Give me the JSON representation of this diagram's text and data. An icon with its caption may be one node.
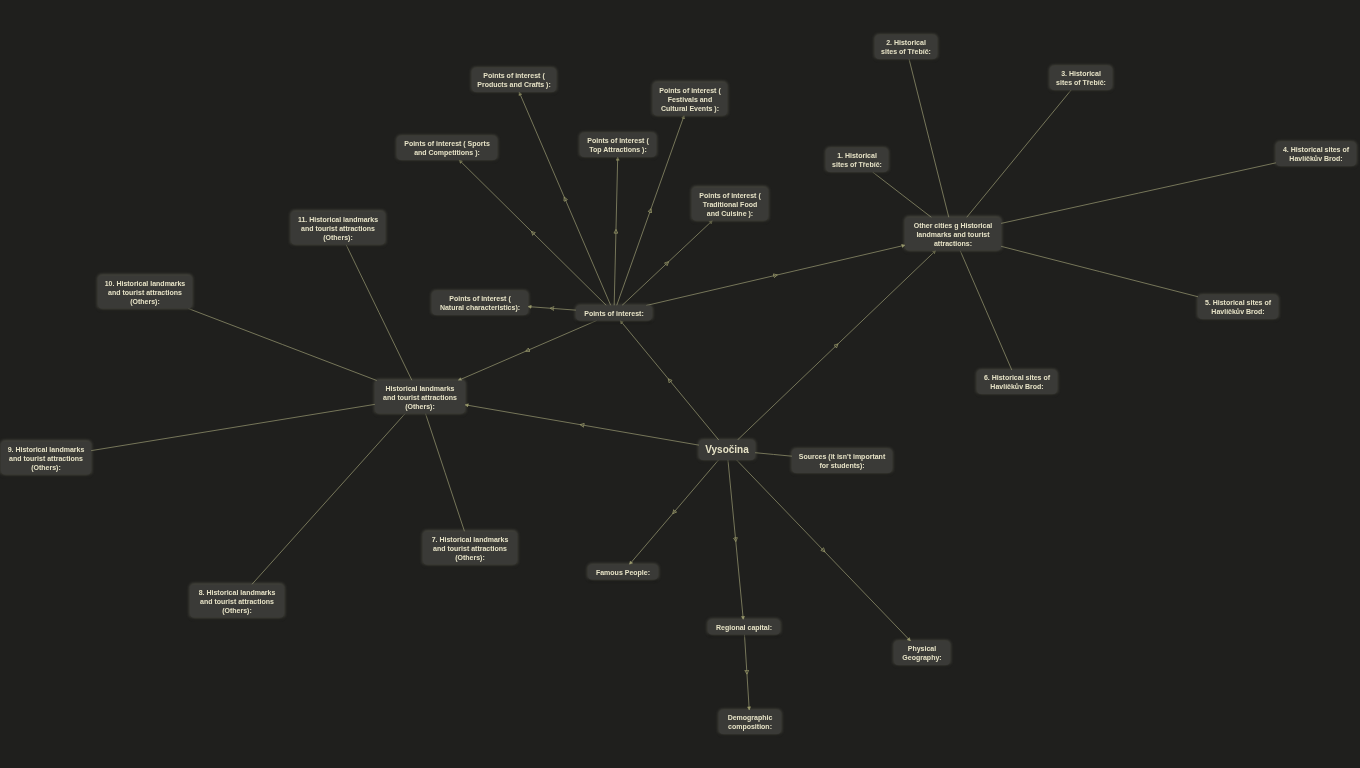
{
  "diagram": {
    "nodes": [
      {
        "text": [
          "Vysočina"
        ]
      },
      {
        "text": [
          "Points of interest:"
        ]
      },
      {
        "text": [
          "Points of interest ( Products and Crafts ):"
        ]
      },
      {
        "text": [
          "Points of interest ( Festivals and Cultural Events ):"
        ]
      },
      {
        "text": [
          "Points of interest ( Top Attractions ):"
        ]
      },
      {
        "text": [
          "Points of interest ( Sports and Competitions ):"
        ]
      },
      {
        "text": [
          "Points of interest ( Traditional Food and Cuisine ):"
        ]
      },
      {
        "text": [
          "Points of interest ( Natural characteristics):"
        ]
      },
      {
        "text": [
          "Other cities g Historical landmarks and tourist attractions:"
        ]
      },
      {
        "text": [
          "1. Historical sites of Třebíč:"
        ]
      },
      {
        "text": [
          "2. Historical sites of Třebíč:"
        ]
      },
      {
        "text": [
          "3. Historical sites of Třebíč:"
        ]
      },
      {
        "text": [
          "4. Historical sites of Havlíčkův Brod:"
        ]
      },
      {
        "text": [
          "5. Historical sites of Havlíčkův Brod:"
        ]
      },
      {
        "text": [
          "6. Historical sites of Havlíčkův Brod:"
        ]
      },
      {
        "text": [
          "Historical landmarks and tourist attractions (Others):"
        ]
      },
      {
        "text": [
          "11. Historical landmarks and tourist attractions (Others):"
        ]
      },
      {
        "text": [
          "10. Historical landmarks and tourist attractions (Others):"
        ]
      },
      {
        "text": [
          "9. Historical landmarks and tourist attractions (Others):"
        ]
      },
      {
        "text": [
          "7. Historical landmarks and tourist attractions (Others):"
        ]
      },
      {
        "text": [
          "8. Historical landmarks and tourist attractions (Others):"
        ]
      },
      {
        "text": [
          "Sources (it isn't important for students):"
        ]
      },
      {
        "text": [
          "Famous People:"
        ]
      },
      {
        "text": [
          "Regional capital:"
        ]
      },
      {
        "text": [
          "Physical Geography:"
        ]
      },
      {
        "text": [
          "Demographic composition:"
        ]
      }
    ],
    "edges": [
      {
        "from": 0,
        "to": 1,
        "arrow": "to"
      },
      {
        "from": 0,
        "to": 15,
        "arrow": "to"
      },
      {
        "from": 0,
        "to": 8,
        "arrow": "to"
      },
      {
        "from": 0,
        "to": 21,
        "arrow": "none"
      },
      {
        "from": 0,
        "to": 22,
        "arrow": "to"
      },
      {
        "from": 0,
        "to": 23,
        "arrow": "to"
      },
      {
        "from": 0,
        "to": 24,
        "arrow": "to"
      },
      {
        "from": 23,
        "to": 25,
        "arrow": "to"
      },
      {
        "from": 1,
        "to": 2,
        "arrow": "to"
      },
      {
        "from": 1,
        "to": 3,
        "arrow": "to"
      },
      {
        "from": 1,
        "to": 4,
        "arrow": "to"
      },
      {
        "from": 1,
        "to": 5,
        "arrow": "to"
      },
      {
        "from": 1,
        "to": 6,
        "arrow": "to"
      },
      {
        "from": 1,
        "to": 7,
        "arrow": "to"
      },
      {
        "from": 1,
        "to": 15,
        "arrow": "to"
      },
      {
        "from": 1,
        "to": 8,
        "arrow": "to"
      },
      {
        "from": 8,
        "to": 9,
        "arrow": "none"
      },
      {
        "from": 8,
        "to": 10,
        "arrow": "none"
      },
      {
        "from": 8,
        "to": 11,
        "arrow": "none"
      },
      {
        "from": 8,
        "to": 12,
        "arrow": "none"
      },
      {
        "from": 8,
        "to": 13,
        "arrow": "none"
      },
      {
        "from": 8,
        "to": 14,
        "arrow": "none"
      },
      {
        "from": 15,
        "to": 16,
        "arrow": "none"
      },
      {
        "from": 15,
        "to": 17,
        "arrow": "none"
      },
      {
        "from": 15,
        "to": 18,
        "arrow": "none"
      },
      {
        "from": 15,
        "to": 19,
        "arrow": "none"
      },
      {
        "from": 15,
        "to": 20,
        "arrow": "none"
      }
    ]
  }
}
